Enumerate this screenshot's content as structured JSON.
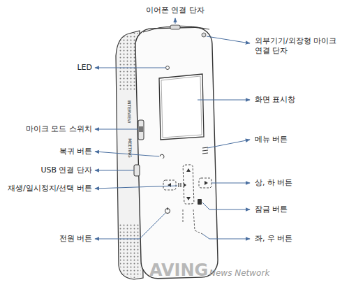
{
  "diagram": {
    "labels": [
      "이어폰 연결 단자",
      "외부기기/외장형 마이크 연결 단자",
      "LED",
      "화면 표시창",
      "마이크 모드 스위치",
      "메뉴 버튼",
      "복귀 버튼",
      "USB 연결 단자",
      "재생/일시정지/선택 버튼",
      "상, 하 버튼",
      "잠금 버튼",
      "전원 버튼",
      "좌, 우 버튼",
      "INTERVIEW",
      "MEETING",
      "AVING",
      "News Network"
    ]
  }
}
